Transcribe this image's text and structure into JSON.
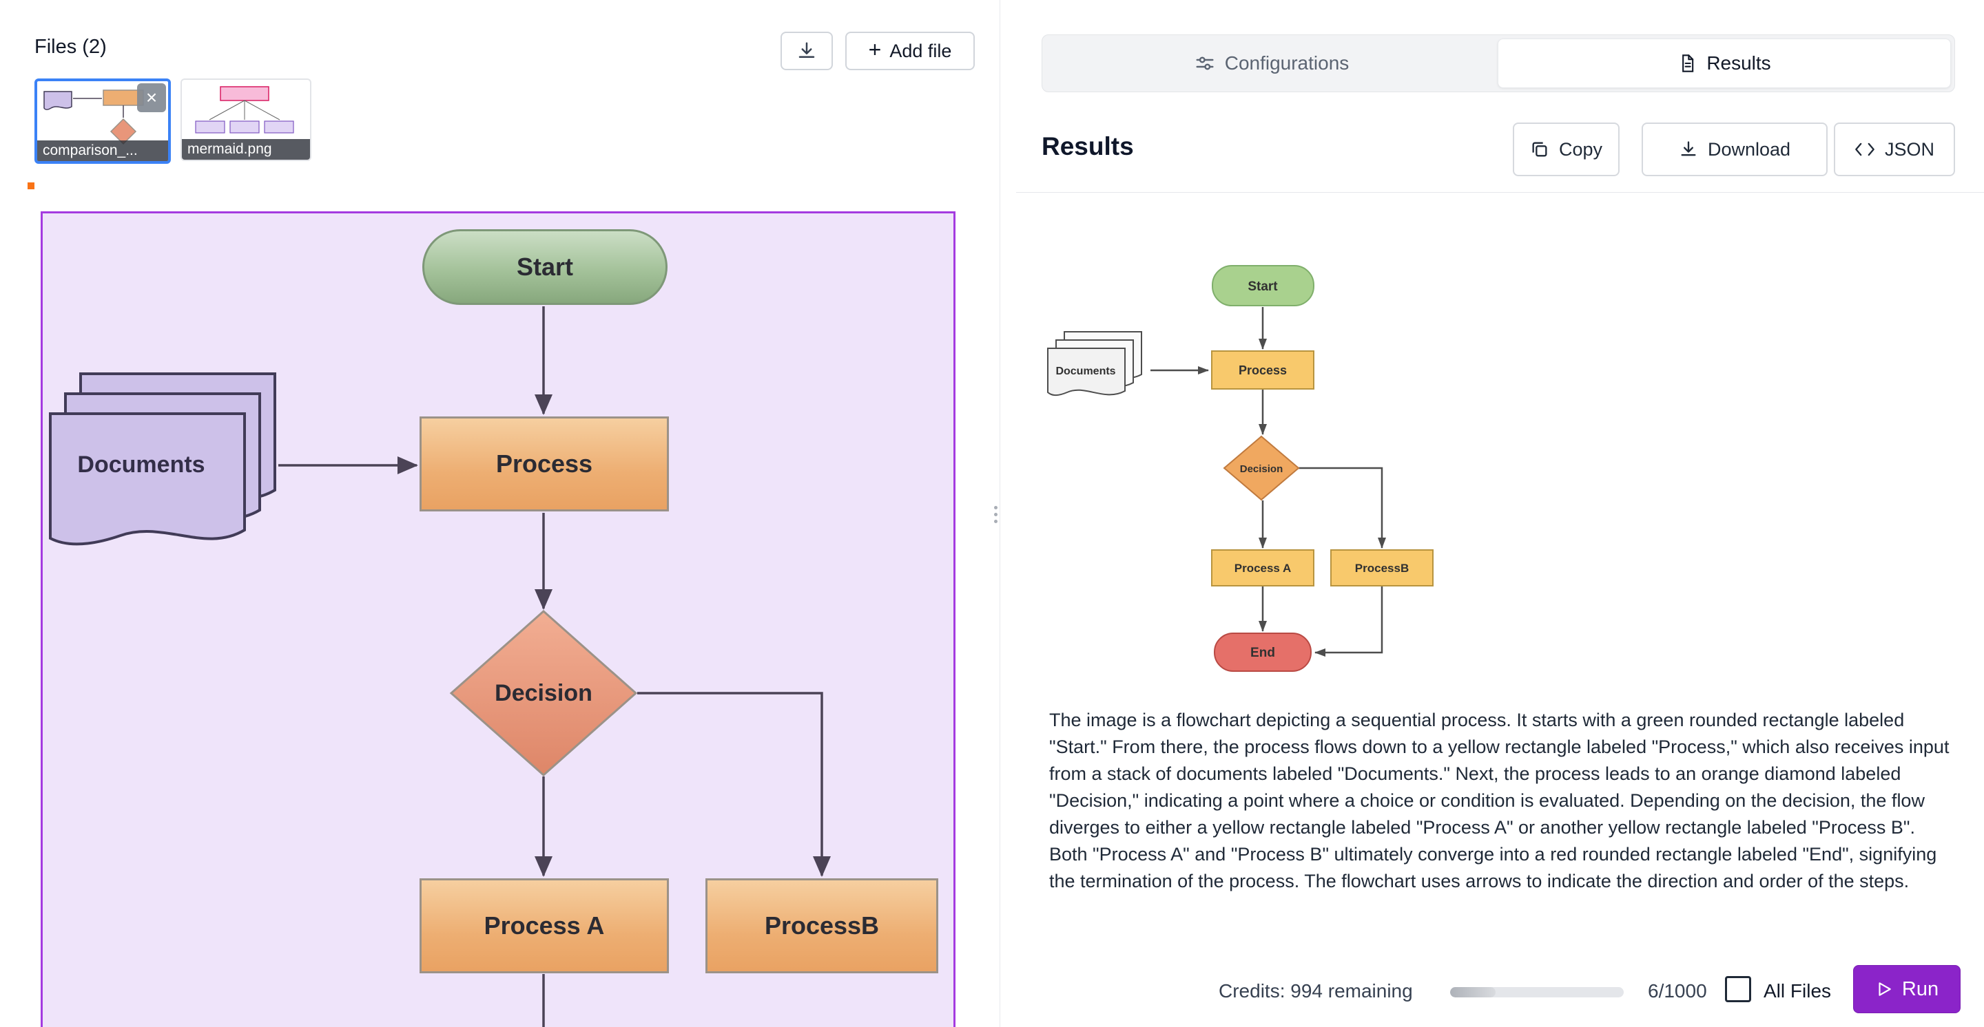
{
  "icons": {
    "plus": "+",
    "close": "×"
  },
  "colors": {
    "accent_blue": "#3B82F6",
    "run_purple": "#8B24C9",
    "preview_border": "#A43BE0",
    "preview_bg": "#EFE4FA",
    "node_green": "#A9D18E",
    "node_yellow": "#F8C96C",
    "node_orange": "#F0A860",
    "node_red": "#E57069"
  },
  "left_panel": {
    "files_header": "Files (2)",
    "add_file_button": "Add file",
    "files": [
      {
        "label": "comparison_..."
      },
      {
        "label": "mermaid.png"
      }
    ]
  },
  "preview": {
    "nodes": {
      "start": "Start",
      "documents": "Documents",
      "process": "Process",
      "decision": "Decision",
      "process_a": "Process A",
      "process_b": "ProcessB"
    }
  },
  "right_panel": {
    "tabs": {
      "configurations": "Configurations",
      "results": "Results"
    },
    "title": "Results",
    "buttons": {
      "copy": "Copy",
      "download": "Download",
      "json": "JSON"
    },
    "diagram": {
      "start": "Start",
      "documents": "Documents",
      "process": "Process",
      "decision": "Decision",
      "process_a": "Process A",
      "process_b": "ProcessB",
      "end": "End"
    },
    "description": "The image is a flowchart depicting a sequential process. It starts with a green rounded rectangle labeled \"Start.\" From there, the process flows down to a yellow rectangle labeled \"Process,\" which also receives input from a stack of documents labeled \"Documents.\" Next, the process leads to an orange diamond labeled \"Decision,\" indicating a point where a choice or condition is evaluated. Depending on the decision, the flow diverges to either a yellow rectangle labeled \"Process A\" or another yellow rectangle labeled \"Process B\". Both \"Process A\" and \"Process B\" ultimately converge into a red rounded rectangle labeled \"End\", signifying the termination of the process. The flowchart uses arrows to indicate the direction and order of the steps.",
    "footer": {
      "credits": "Credits: 994 remaining",
      "quota": "6/1000",
      "all_files": "All Files",
      "run": "Run"
    }
  }
}
